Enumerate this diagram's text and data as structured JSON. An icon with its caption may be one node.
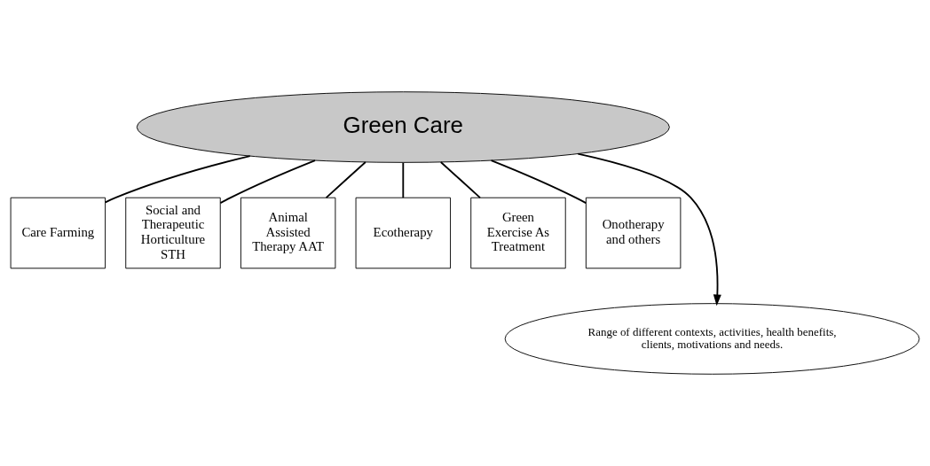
{
  "diagram": {
    "nodes": [
      {
        "text": [
          "Green Care"
        ]
      },
      {
        "text": [
          "Care Farming"
        ]
      },
      {
        "text": [
          "Social and Therapeutic Horticulture STH"
        ]
      },
      {
        "text": [
          "Animal Assisted Therapy AAT"
        ]
      },
      {
        "text": [
          "Ecotherapy"
        ]
      },
      {
        "text": [
          "Green Exercise As Treatment"
        ]
      },
      {
        "text": [
          "Onotherapy and others"
        ]
      },
      {
        "text": [
          "Range of different contexts, activities, health benefits, clients, motivations and needs."
        ]
      }
    ],
    "edges": [
      {
        "from": 0,
        "to": 1,
        "arrow": "none"
      },
      {
        "from": 0,
        "to": 2,
        "arrow": "none"
      },
      {
        "from": 0,
        "to": 3,
        "arrow": "none"
      },
      {
        "from": 0,
        "to": 4,
        "arrow": "none"
      },
      {
        "from": 0,
        "to": 5,
        "arrow": "none"
      },
      {
        "from": 0,
        "to": 6,
        "arrow": "none"
      },
      {
        "from": 0,
        "to": 7,
        "arrow": "to"
      }
    ]
  }
}
